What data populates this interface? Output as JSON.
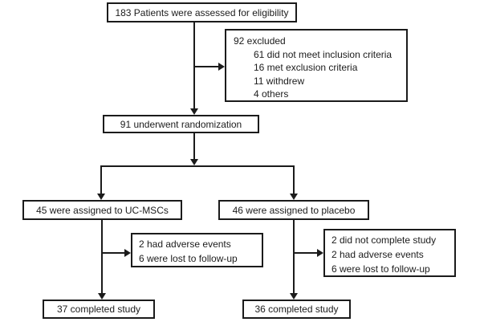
{
  "colors": {
    "background": "#ffffff",
    "line": "#1b1b1b",
    "text": "#1c1c1c",
    "box_fill": "#ffffff"
  },
  "diagram": {
    "type": "patient-flow-chart",
    "boxes": {
      "eligibility": {
        "text": "183 Patients were assessed for eligibility"
      },
      "excluded": {
        "title": "92 excluded",
        "items": [
          "61 did not meet inclusion criteria",
          "16 met exclusion criteria",
          "11 withdrew",
          "4 others"
        ]
      },
      "randomization": {
        "text": "91 underwent randomization"
      },
      "ucmscs": {
        "text": "45 were assigned to UC-MSCs"
      },
      "placebo": {
        "text": "46 were assigned to placebo"
      },
      "left_dropout": {
        "items": [
          "2 had adverse events",
          "6 were lost to follow-up"
        ]
      },
      "right_dropout": {
        "items": [
          "2 did not complete study",
          "2 had adverse events",
          "6 were lost to follow-up"
        ]
      },
      "left_completed": {
        "text": "37 completed study"
      },
      "right_completed": {
        "text": "36 completed study"
      }
    }
  }
}
